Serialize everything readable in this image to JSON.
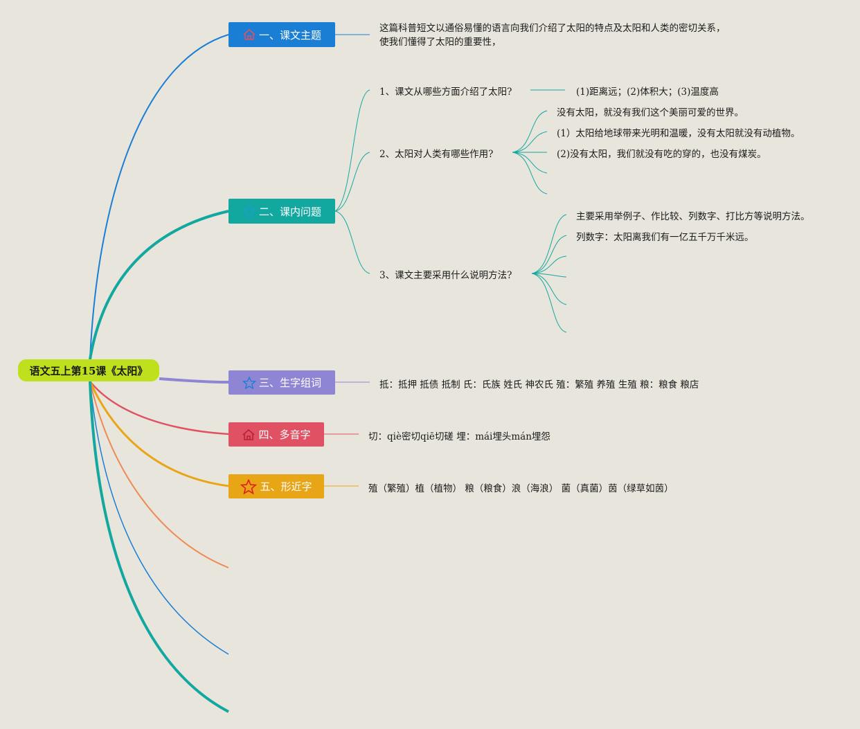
{
  "root": {
    "label": "语文五上第15课《太阳》"
  },
  "colors": {
    "blue": "#1a7fd4",
    "teal": "#12a8a0",
    "purple": "#8e86d4",
    "red": "#e05263",
    "orange": "#e8a617",
    "salmon": "#ef8a55",
    "lime": "#bfe01c"
  },
  "branches": [
    {
      "label": "一、课文主题",
      "icon": "home-icon",
      "color": "#1a7fd4"
    },
    {
      "label": "二、课内问题",
      "icon": "star-icon",
      "color": "#12a8a0"
    },
    {
      "label": "三、生字组词",
      "icon": "star-icon",
      "color": "#8e86d4"
    },
    {
      "label": "四、多音字",
      "icon": "home-icon",
      "color": "#e05263"
    },
    {
      "label": "五、形近字",
      "icon": "star-icon",
      "color": "#e8a617"
    }
  ],
  "theme": {
    "text": "这篇科普短文以通俗易懂的语言向我们介绍了太阳的特点及太阳和人类的密切关系，使我们懂得了太阳的重要性，"
  },
  "questions": [
    {
      "label": "1、课文从哪些方面介绍了太阳?",
      "answers": [
        "(1)距离远；(2)体积大；(3)温度高"
      ]
    },
    {
      "label": "2、太阳对人类有哪些作用?",
      "answers": [
        "没有太阳，就没有我们这个美丽可爱的世界。",
        "(1）太阳给地球带来光明和温暖，没有太阳就没有动植物。",
        "(2)没有太阳，我们就没有吃的穿的，也没有煤炭。"
      ]
    },
    {
      "label": "3、课文主要采用什么说明方法?",
      "answers": [
        "主要采用举例子、作比较、列数字、打比方等说明方法。",
        "列数字：太阳离我们有一亿五千万千米远。"
      ]
    }
  ],
  "new_words": {
    "text": "抵：抵押 抵债 抵制 氏：氏族 姓氏 神农氏 殖：繁殖 养殖 生殖 粮：粮食 粮店"
  },
  "polyphones": {
    "text": "切：qiè密切qiē切磋 埋：mái埋头mán埋怨"
  },
  "similar_chars": {
    "text": "殖（繁殖）植（植物） 粮（粮食）浪（海浪） 菌（真菌）茵（绿草如茵）"
  }
}
